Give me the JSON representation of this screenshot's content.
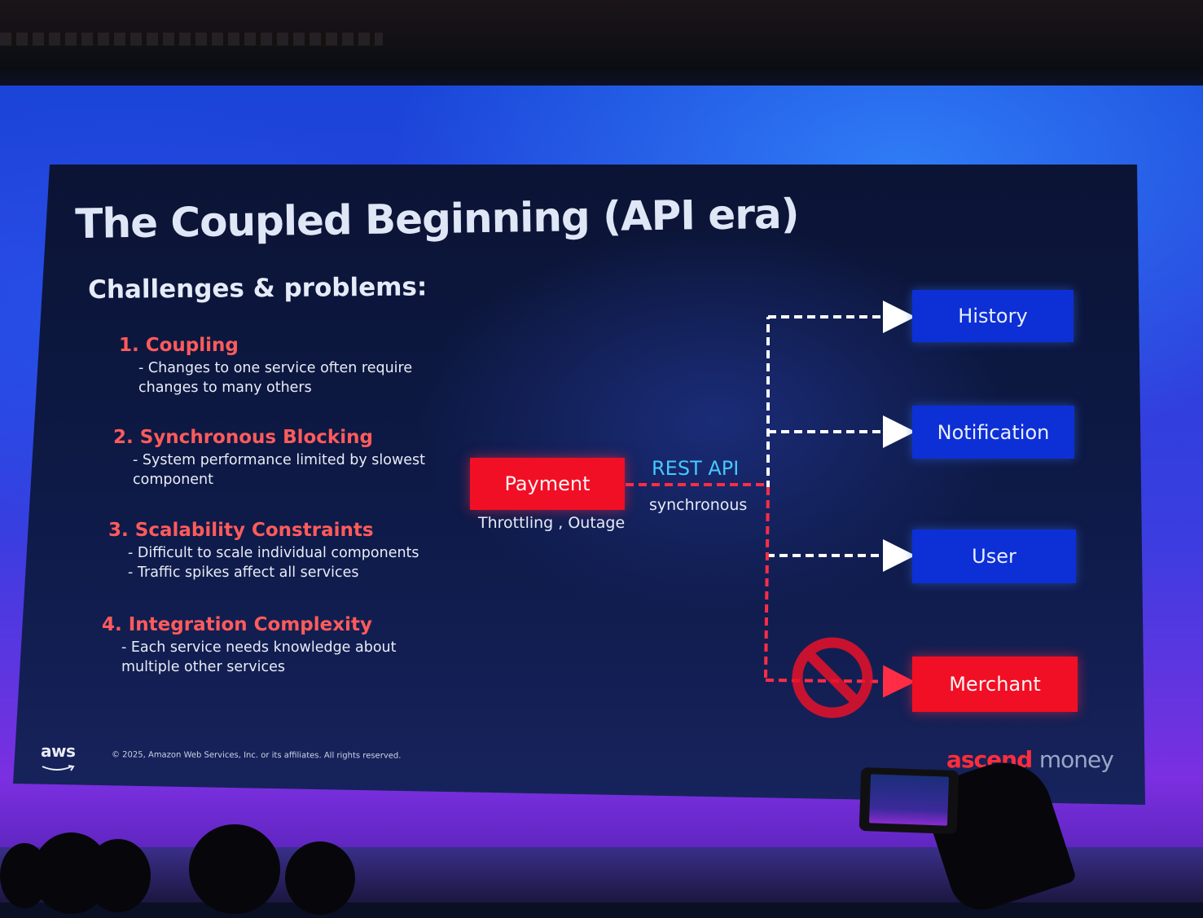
{
  "slide": {
    "title": "The Coupled Beginning (API era)",
    "subtitle": "Challenges & problems:",
    "challenges": [
      {
        "heading": "1. Coupling",
        "lines": [
          "- Changes to one service often require",
          "changes to many others"
        ]
      },
      {
        "heading": "2. Synchronous Blocking",
        "lines": [
          "- System performance limited by slowest",
          "component"
        ]
      },
      {
        "heading": "3. Scalability Constraints",
        "lines": [
          "- Difficult to scale individual components",
          "- Traffic spikes affect all services"
        ]
      },
      {
        "heading": "4. Integration Complexity",
        "lines": [
          "- Each service needs knowledge about",
          "multiple other services"
        ]
      }
    ],
    "footer": {
      "copyright": "© 2025, Amazon Web Services, Inc. or its affiliates. All rights reserved.",
      "aws_logo": "aws",
      "brand_part1": "ascend",
      "brand_part2": "money"
    }
  },
  "diagram": {
    "source_node": "Payment",
    "source_caption": "Throttling , Outage",
    "connection_label": "REST API",
    "connection_caption": "synchronous",
    "targets": [
      "History",
      "Notification",
      "User",
      "Merchant"
    ],
    "blocked_icon": "no-entry-icon",
    "colors": {
      "service": "#0d2fd6",
      "failing": "#f10f25",
      "api_label": "#45c8ff",
      "heading": "#ff5b5b"
    }
  }
}
